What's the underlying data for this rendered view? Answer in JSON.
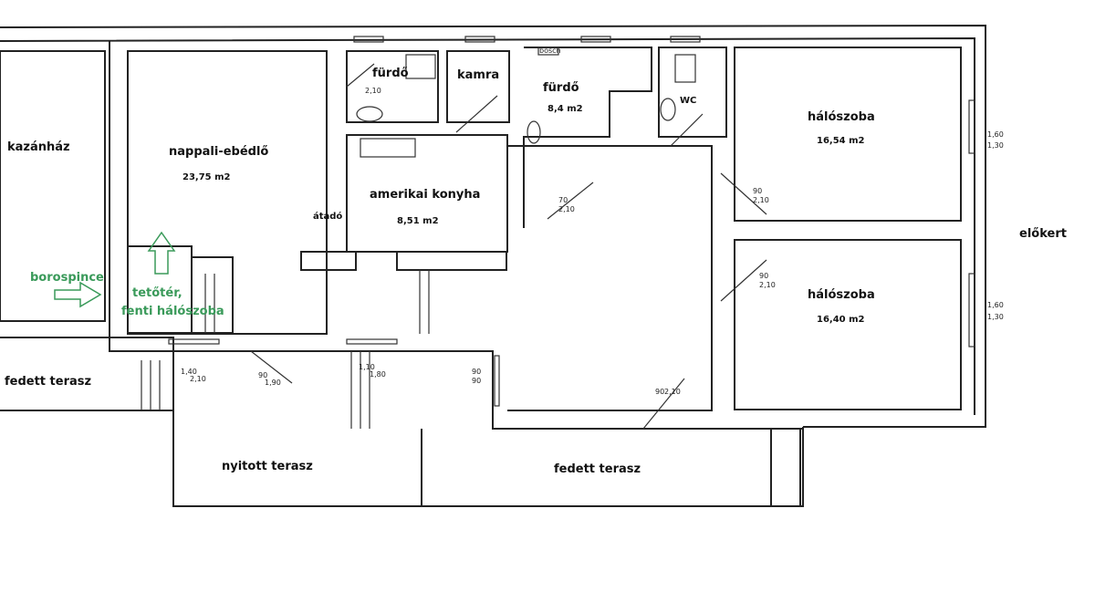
{
  "rooms": {
    "kazanhaz": "kazánház",
    "nappali": "nappali-ebédlő",
    "nappali_area": "23,75 m2",
    "furdo1": "fürdő",
    "furdo1_dim": "2,10",
    "kamra": "kamra",
    "furdo2": "fürdő",
    "furdo2_area": "8,4 m2",
    "wc": "WC",
    "halo1": "hálószoba",
    "halo1_area": "16,54 m2",
    "konyha": "amerikai konyha",
    "konyha_area": "8,51 m2",
    "atado": "átadó",
    "halo2": "hálószoba",
    "halo2_area": "16,40 m2",
    "elokert": "előkert",
    "fedett_terasz_left": "fedett terasz",
    "nyitott_terasz": "nyitott terasz",
    "fedett_terasz_main": "fedett terasz",
    "bosch": "bosch"
  },
  "annotations": {
    "borospince": "borospince",
    "tetoter": "tetőtér,",
    "fenti_haloszoba": "fenti hálószoba",
    "annotation_color": "#3a9a5a"
  },
  "dimensions": {
    "win_halo1": [
      "1,60",
      "1,30"
    ],
    "win_halo2": [
      "1,60",
      "1,30"
    ],
    "door_halo1": [
      "90",
      "2,10"
    ],
    "door_halo2": [
      "90",
      "2,10"
    ],
    "door_furdo2": [
      "70",
      "2,10"
    ],
    "door_hall": [
      "90",
      "2,10"
    ],
    "door_side": [
      "90",
      "90"
    ],
    "door_terasz1": [
      "1,40",
      "2,10"
    ],
    "door_terasz2": [
      "90",
      "1,90"
    ],
    "door_terasz3": [
      "1,10",
      "1,80"
    ]
  }
}
